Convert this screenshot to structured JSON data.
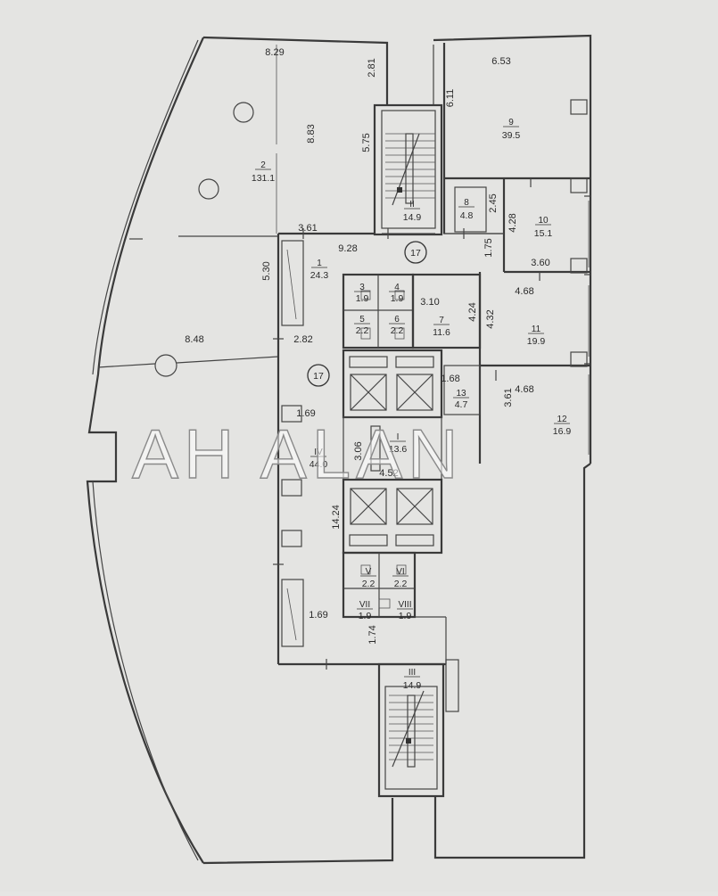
{
  "plan": {
    "watermark": "AH ALAN",
    "dimensions": [
      "8.29",
      "2.81",
      "8.83",
      "5.75",
      "6.53",
      "6.11",
      "2.45",
      "4.28",
      "1.75",
      "3.60",
      "3.61",
      "9.28",
      "5.30",
      "3.10",
      "4.24",
      "4.68",
      "4.32",
      "8.48",
      "2.82",
      "1.68",
      "3.61",
      "4.68",
      "1.69",
      "3.06",
      "4.52",
      "14.24",
      "1.69",
      "1.74"
    ],
    "rooms": [
      {
        "num": "2",
        "area": "131.1"
      },
      {
        "num": "9",
        "area": "39.5"
      },
      {
        "num": "II",
        "area": "14.9"
      },
      {
        "num": "8",
        "area": "4.8"
      },
      {
        "num": "10",
        "area": "15.1"
      },
      {
        "num": "17",
        "area": ""
      },
      {
        "num": "1",
        "area": "24.3"
      },
      {
        "num": "3",
        "area": "1.9"
      },
      {
        "num": "4",
        "area": "1.9"
      },
      {
        "num": "5",
        "area": "2.2"
      },
      {
        "num": "6",
        "area": "2.2"
      },
      {
        "num": "7",
        "area": "11.6"
      },
      {
        "num": "11",
        "area": "19.9"
      },
      {
        "num": "17",
        "area": ""
      },
      {
        "num": "13",
        "area": "4.7"
      },
      {
        "num": "12",
        "area": "16.9"
      },
      {
        "num": "I",
        "area": "13.6"
      },
      {
        "num": "IV",
        "area": "44.0"
      },
      {
        "num": "V",
        "area": "2.2"
      },
      {
        "num": "VI",
        "area": "2.2"
      },
      {
        "num": "VII",
        "area": "1.9"
      },
      {
        "num": "VIII",
        "area": "1.9"
      },
      {
        "num": "III",
        "area": "14.9"
      }
    ]
  }
}
